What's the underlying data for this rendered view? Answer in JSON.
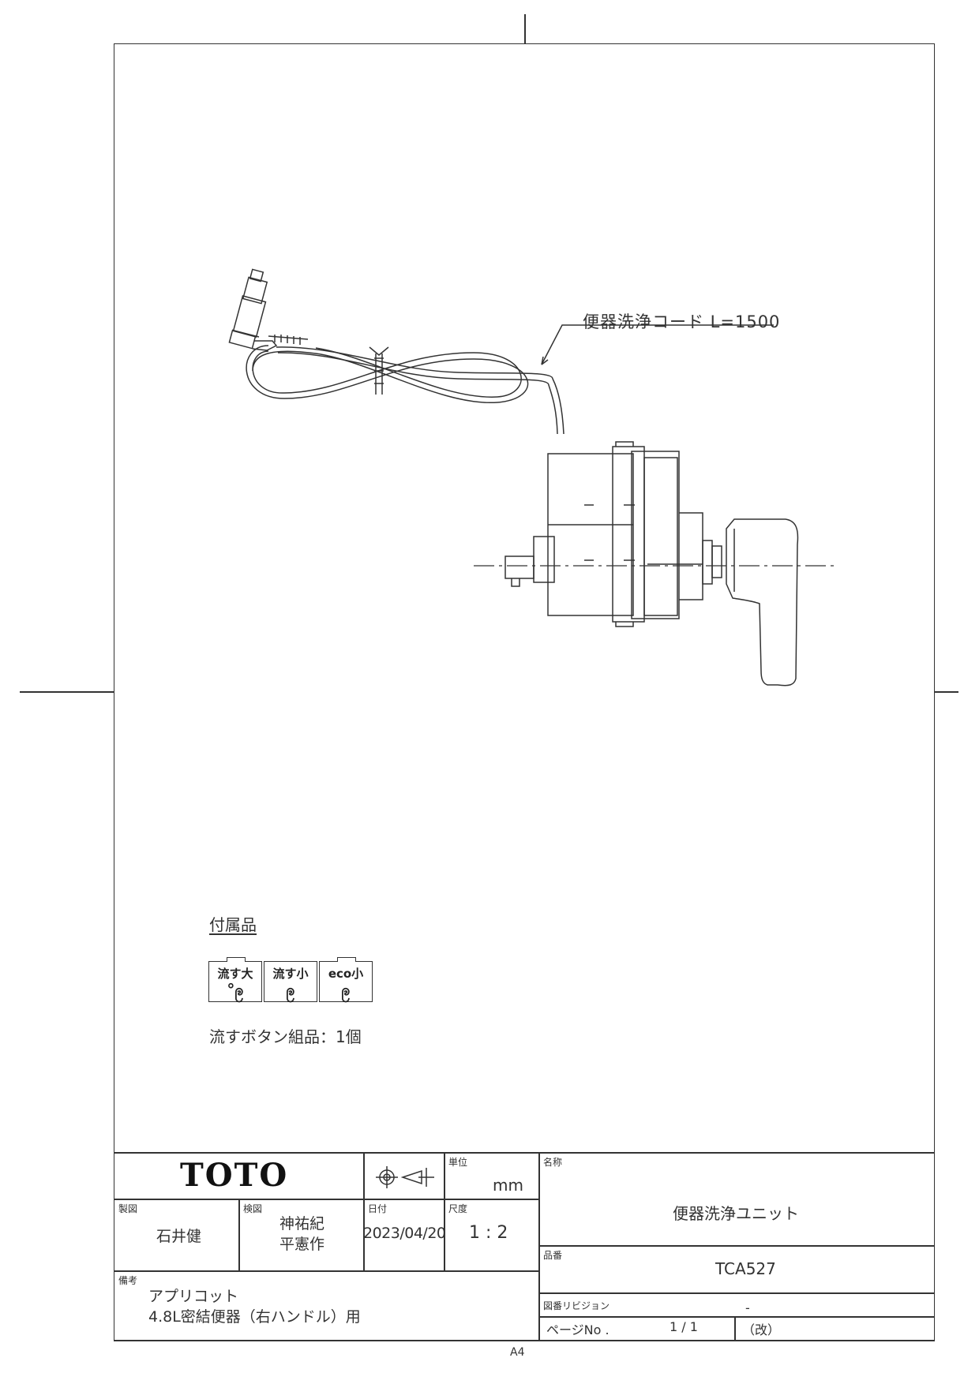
{
  "drawing": {
    "cord_callout": "便器洗浄コード L=1500"
  },
  "accessories": {
    "heading": "付属品",
    "buttons": [
      {
        "label": "流す大",
        "symbol": "°ဨ"
      },
      {
        "label": "流す小",
        "symbol": "ဨ"
      },
      {
        "label": "eco小",
        "symbol": "ဨ"
      }
    ],
    "item_text": "流すボタン組品：1個"
  },
  "title_block": {
    "logo": "TOTO",
    "unit_label": "単位",
    "unit_value": "mm",
    "name_label": "名称",
    "name_value": "便器洗浄ユニット",
    "drawn_label": "製図",
    "drawn_value": "石井健",
    "checked_label": "検図",
    "checked_value_1": "神祐紀",
    "checked_value_2": "平憲作",
    "date_label": "日付",
    "date_value": "2023/04/20",
    "scale_label": "尺度",
    "scale_value": "1 : 2",
    "part_no_label": "品番",
    "part_no_value": "TCA527",
    "remarks_label": "備考",
    "remarks_line_1": "アプリコット",
    "remarks_line_2": "4.8L密結便器（右ハンドル）用",
    "revision_label": "図番リビジョン",
    "revision_value": "-",
    "paper_size": "A4",
    "page_label": "ページNo .",
    "page_value": "1 / 1",
    "page_suffix": "（改）"
  },
  "colors": {
    "line": "#333333",
    "paper": "#ffffff"
  }
}
